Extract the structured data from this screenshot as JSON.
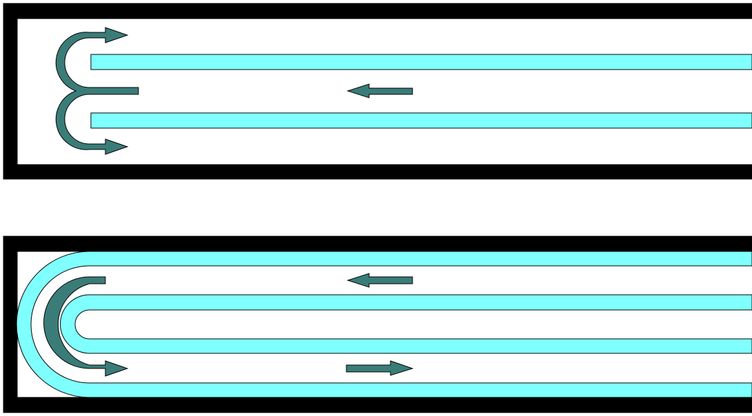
{
  "colors": {
    "background": "#ffffff",
    "wall": "#000000",
    "baffle": "#80ffff",
    "arrow": "#3a7c78",
    "outline": "#000000"
  },
  "diagrams": [
    {
      "name": "straight-baffle-channel",
      "flow_arrows": [
        {
          "direction": "left",
          "shape": "straight"
        },
        {
          "direction": "up-turn",
          "shape": "curved"
        },
        {
          "direction": "down-turn",
          "shape": "curved"
        }
      ]
    },
    {
      "name": "u-bend-baffle-channel",
      "flow_arrows": [
        {
          "direction": "left",
          "shape": "straight"
        },
        {
          "direction": "right",
          "shape": "straight"
        },
        {
          "direction": "u-turn",
          "shape": "curved"
        }
      ]
    }
  ]
}
